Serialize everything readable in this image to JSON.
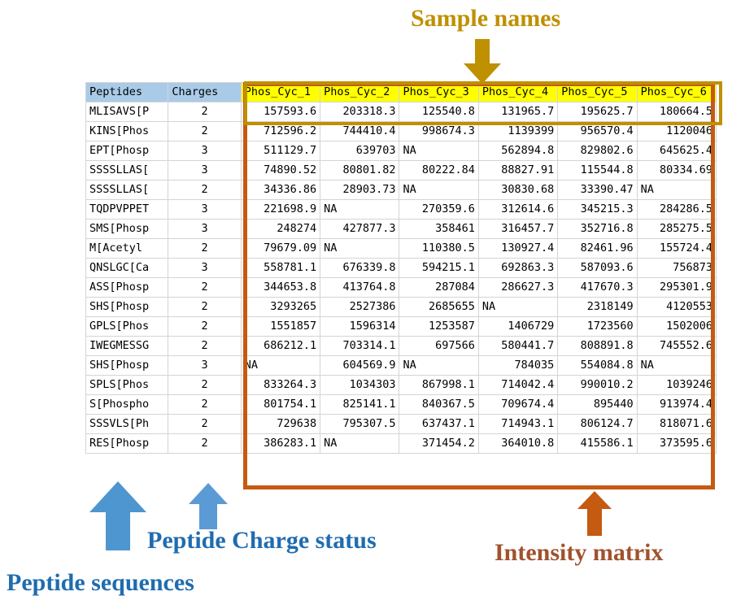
{
  "annotations": {
    "sample_names": "Sample names",
    "intensity_matrix": "Intensity matrix",
    "charge_status": "Peptide Charge status",
    "peptide_sequences": "Peptide sequences"
  },
  "colors": {
    "sample_names_accent": "#bf9000",
    "intensity_accent": "#c55a11",
    "annotation_blue": "#1f6cb0",
    "header_highlight": "#ffff00",
    "header_fill": "#a9cbe8",
    "intensity_label": "#a0522d"
  },
  "table": {
    "headers": {
      "peptides": "Peptides",
      "charges": "Charges",
      "samples": [
        "Phos_Cyc_1",
        "Phos_Cyc_2",
        "Phos_Cyc_3",
        "Phos_Cyc_4",
        "Phos_Cyc_5",
        "Phos_Cyc_6"
      ]
    },
    "rows": [
      {
        "peptide": "MLISAVS[P",
        "charge": "2",
        "values": [
          "157593.6",
          "203318.3",
          "125540.8",
          "131965.7",
          "195625.7",
          "180664.5"
        ]
      },
      {
        "peptide": "KINS[Phos",
        "charge": "2",
        "values": [
          "712596.2",
          "744410.4",
          "998674.3",
          "1139399",
          "956570.4",
          "1120046"
        ]
      },
      {
        "peptide": "EPT[Phosp",
        "charge": "3",
        "values": [
          "511129.7",
          "639703",
          "NA",
          "562894.8",
          "829802.6",
          "645625.4"
        ]
      },
      {
        "peptide": "SSSSLLAS[",
        "charge": "3",
        "values": [
          "74890.52",
          "80801.82",
          "80222.84",
          "88827.91",
          "115544.8",
          "80334.69"
        ]
      },
      {
        "peptide": "SSSSLLAS[",
        "charge": "2",
        "values": [
          "34336.86",
          "28903.73",
          "NA",
          "30830.68",
          "33390.47",
          "NA"
        ]
      },
      {
        "peptide": "TQDPVPPET",
        "charge": "3",
        "values": [
          "221698.9",
          "NA",
          "270359.6",
          "312614.6",
          "345215.3",
          "284286.5"
        ]
      },
      {
        "peptide": "SMS[Phosp",
        "charge": "3",
        "values": [
          "248274",
          "427877.3",
          "358461",
          "316457.7",
          "352716.8",
          "285275.5"
        ]
      },
      {
        "peptide": "M[Acetyl",
        "charge": "2",
        "values": [
          "79679.09",
          "NA",
          "110380.5",
          "130927.4",
          "82461.96",
          "155724.4"
        ]
      },
      {
        "peptide": "QNSLGC[Ca",
        "charge": "3",
        "values": [
          "558781.1",
          "676339.8",
          "594215.1",
          "692863.3",
          "587093.6",
          "756873"
        ]
      },
      {
        "peptide": "ASS[Phosp",
        "charge": "2",
        "values": [
          "344653.8",
          "413764.8",
          "287084",
          "286627.3",
          "417670.3",
          "295301.9"
        ]
      },
      {
        "peptide": "SHS[Phosp",
        "charge": "2",
        "values": [
          "3293265",
          "2527386",
          "2685655",
          "NA",
          "2318149",
          "4120553"
        ]
      },
      {
        "peptide": "GPLS[Phos",
        "charge": "2",
        "values": [
          "1551857",
          "1596314",
          "1253587",
          "1406729",
          "1723560",
          "1502006"
        ]
      },
      {
        "peptide": "IWEGMESSG",
        "charge": "2",
        "values": [
          "686212.1",
          "703314.1",
          "697566",
          "580441.7",
          "808891.8",
          "745552.6"
        ]
      },
      {
        "peptide": "SHS[Phosp",
        "charge": "3",
        "values": [
          "NA",
          "604569.9",
          "NA",
          "784035",
          "554084.8",
          "NA"
        ]
      },
      {
        "peptide": "SPLS[Phos",
        "charge": "2",
        "values": [
          "833264.3",
          "1034303",
          "867998.1",
          "714042.4",
          "990010.2",
          "1039246"
        ]
      },
      {
        "peptide": "S[Phospho",
        "charge": "2",
        "values": [
          "801754.1",
          "825141.1",
          "840367.5",
          "709674.4",
          "895440",
          "913974.4"
        ]
      },
      {
        "peptide": "SSSVLS[Ph",
        "charge": "2",
        "values": [
          "729638",
          "795307.5",
          "637437.1",
          "714943.1",
          "806124.7",
          "818071.6"
        ]
      },
      {
        "peptide": "RES[Phosp",
        "charge": "2",
        "values": [
          "386283.1",
          "NA",
          "371454.2",
          "364010.8",
          "415586.1",
          "373595.6"
        ]
      }
    ]
  }
}
